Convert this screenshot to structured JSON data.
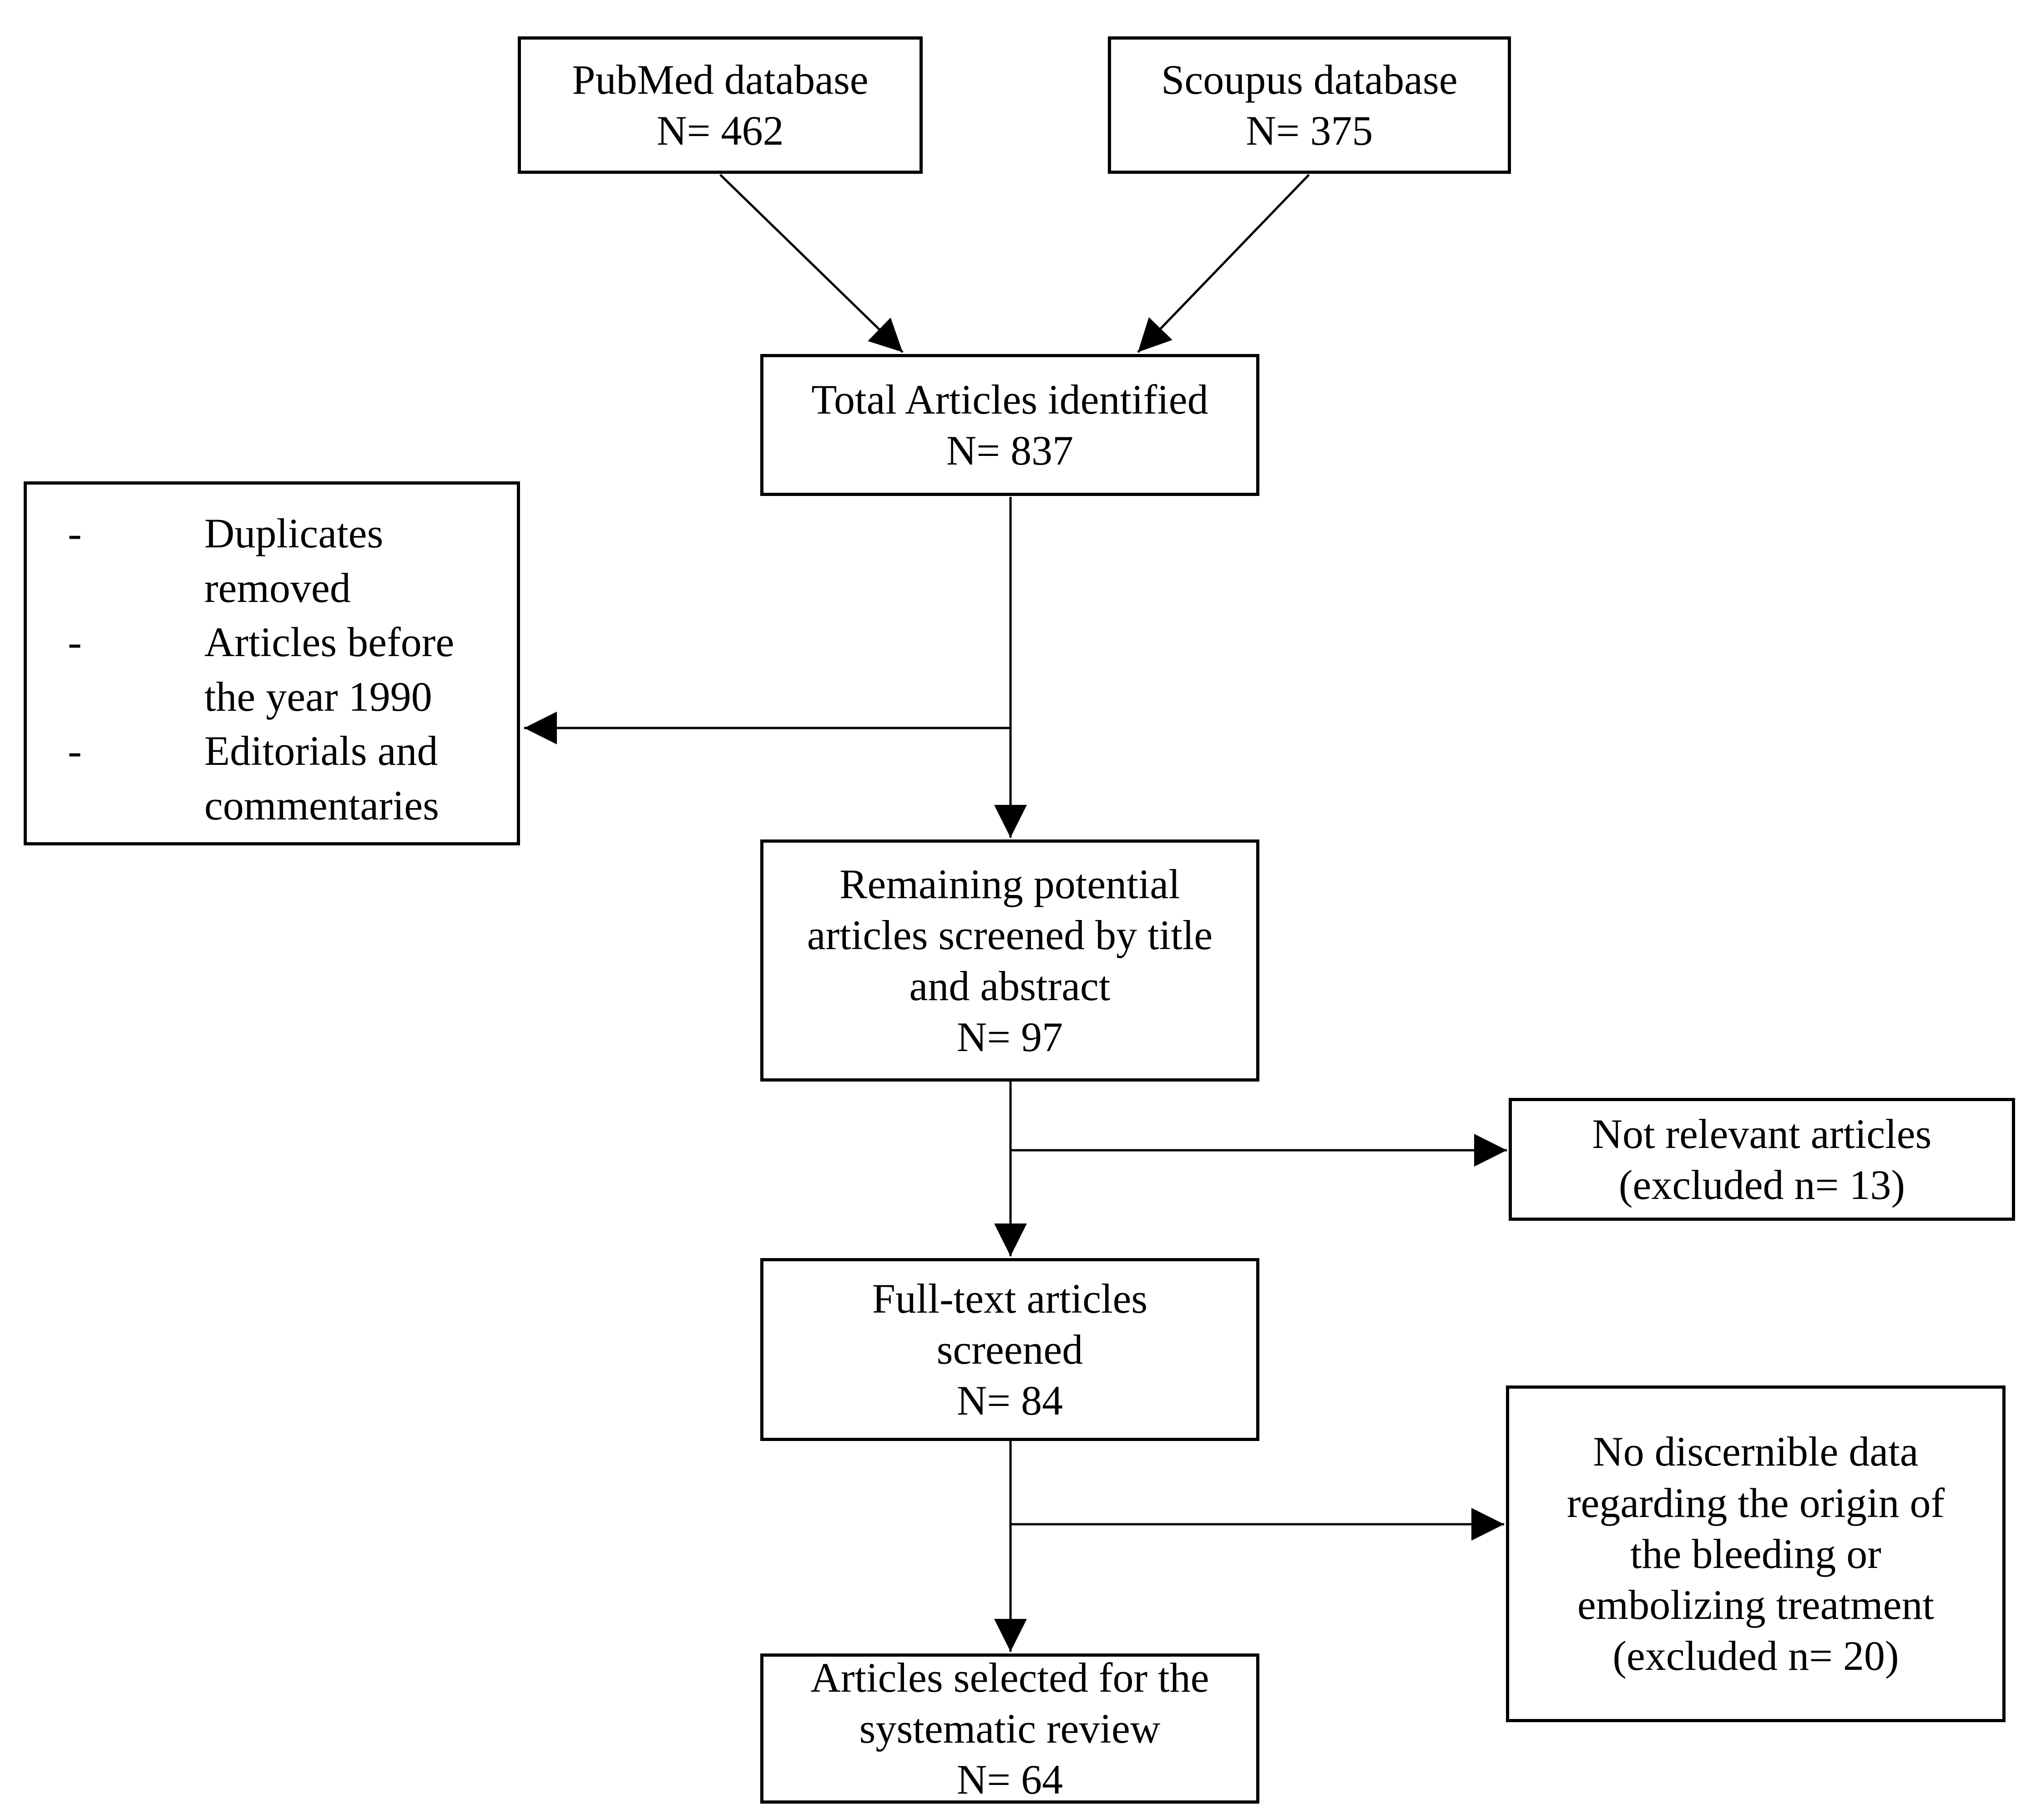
{
  "boxes": {
    "pubmed": {
      "text": "PubMed database\nN= 462"
    },
    "scopus": {
      "text": "Scoupus database\nN= 375"
    },
    "total": {
      "text": "Total Articles identified\nN= 837"
    },
    "exclusions": {
      "items": [
        {
          "bullet": "-",
          "text": "Duplicates\nremoved"
        },
        {
          "bullet": "-",
          "text": "Articles before\nthe year 1990"
        },
        {
          "bullet": "-",
          "text": "Editorials and\ncommentaries"
        }
      ]
    },
    "remaining": {
      "text": "Remaining potential\narticles screened by title\nand abstract\nN= 97"
    },
    "not_relevant": {
      "text": "Not relevant articles\n(excluded n= 13)"
    },
    "fulltext": {
      "text": "Full-text articles\nscreened\nN= 84"
    },
    "no_data": {
      "text": "No discernible data\nregarding the origin of\nthe bleeding or\nembolizing treatment\n(excluded n= 20)"
    },
    "selected": {
      "text": "Articles selected for the\nsystematic review\nN= 64"
    }
  },
  "counts": {
    "pubmed": 462,
    "scopus": 375,
    "total_identified": 837,
    "screened_title_abstract": 97,
    "excluded_not_relevant": 13,
    "fulltext_screened": 84,
    "excluded_no_data": 20,
    "selected_for_review": 64
  },
  "colors": {
    "background": "#ffffff",
    "box_border": "#000000",
    "line": "#000000",
    "text": "#000000"
  }
}
